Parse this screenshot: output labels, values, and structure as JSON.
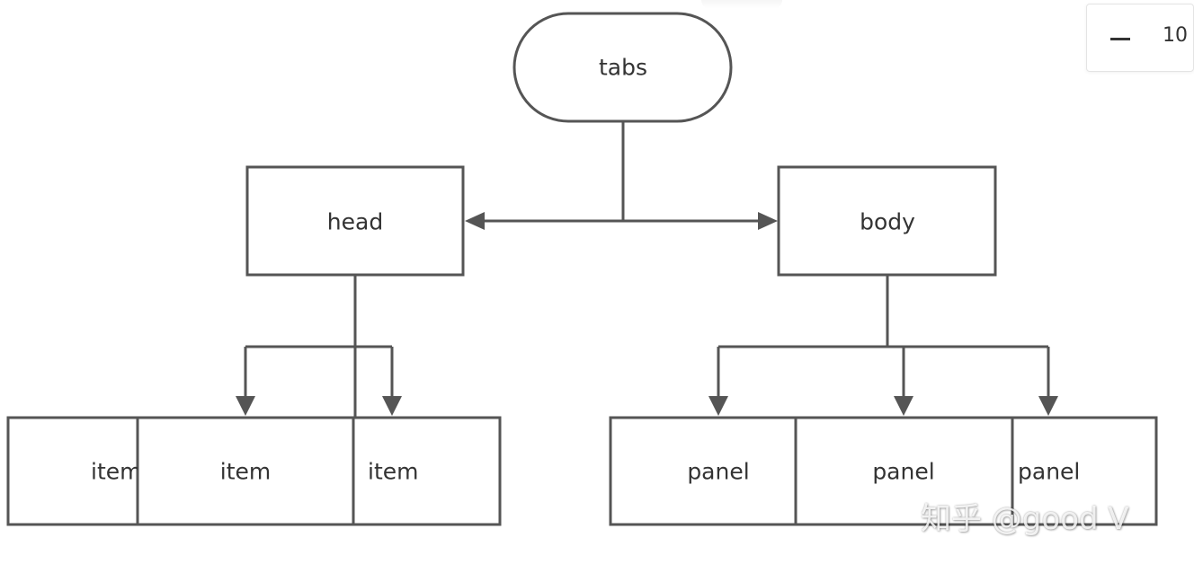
{
  "diagram": {
    "root": {
      "label": "tabs"
    },
    "head": {
      "label": "head"
    },
    "body": {
      "label": "body"
    },
    "items": [
      {
        "label": "item"
      },
      {
        "label": "item"
      },
      {
        "label": "item"
      }
    ],
    "panels": [
      {
        "label": "panel"
      },
      {
        "label": "panel"
      },
      {
        "label": "panel"
      }
    ],
    "stroke_color": "#555555",
    "text_color": "#333333"
  },
  "zoom": {
    "value": "10"
  },
  "watermark": {
    "text": "知乎 @good V"
  }
}
